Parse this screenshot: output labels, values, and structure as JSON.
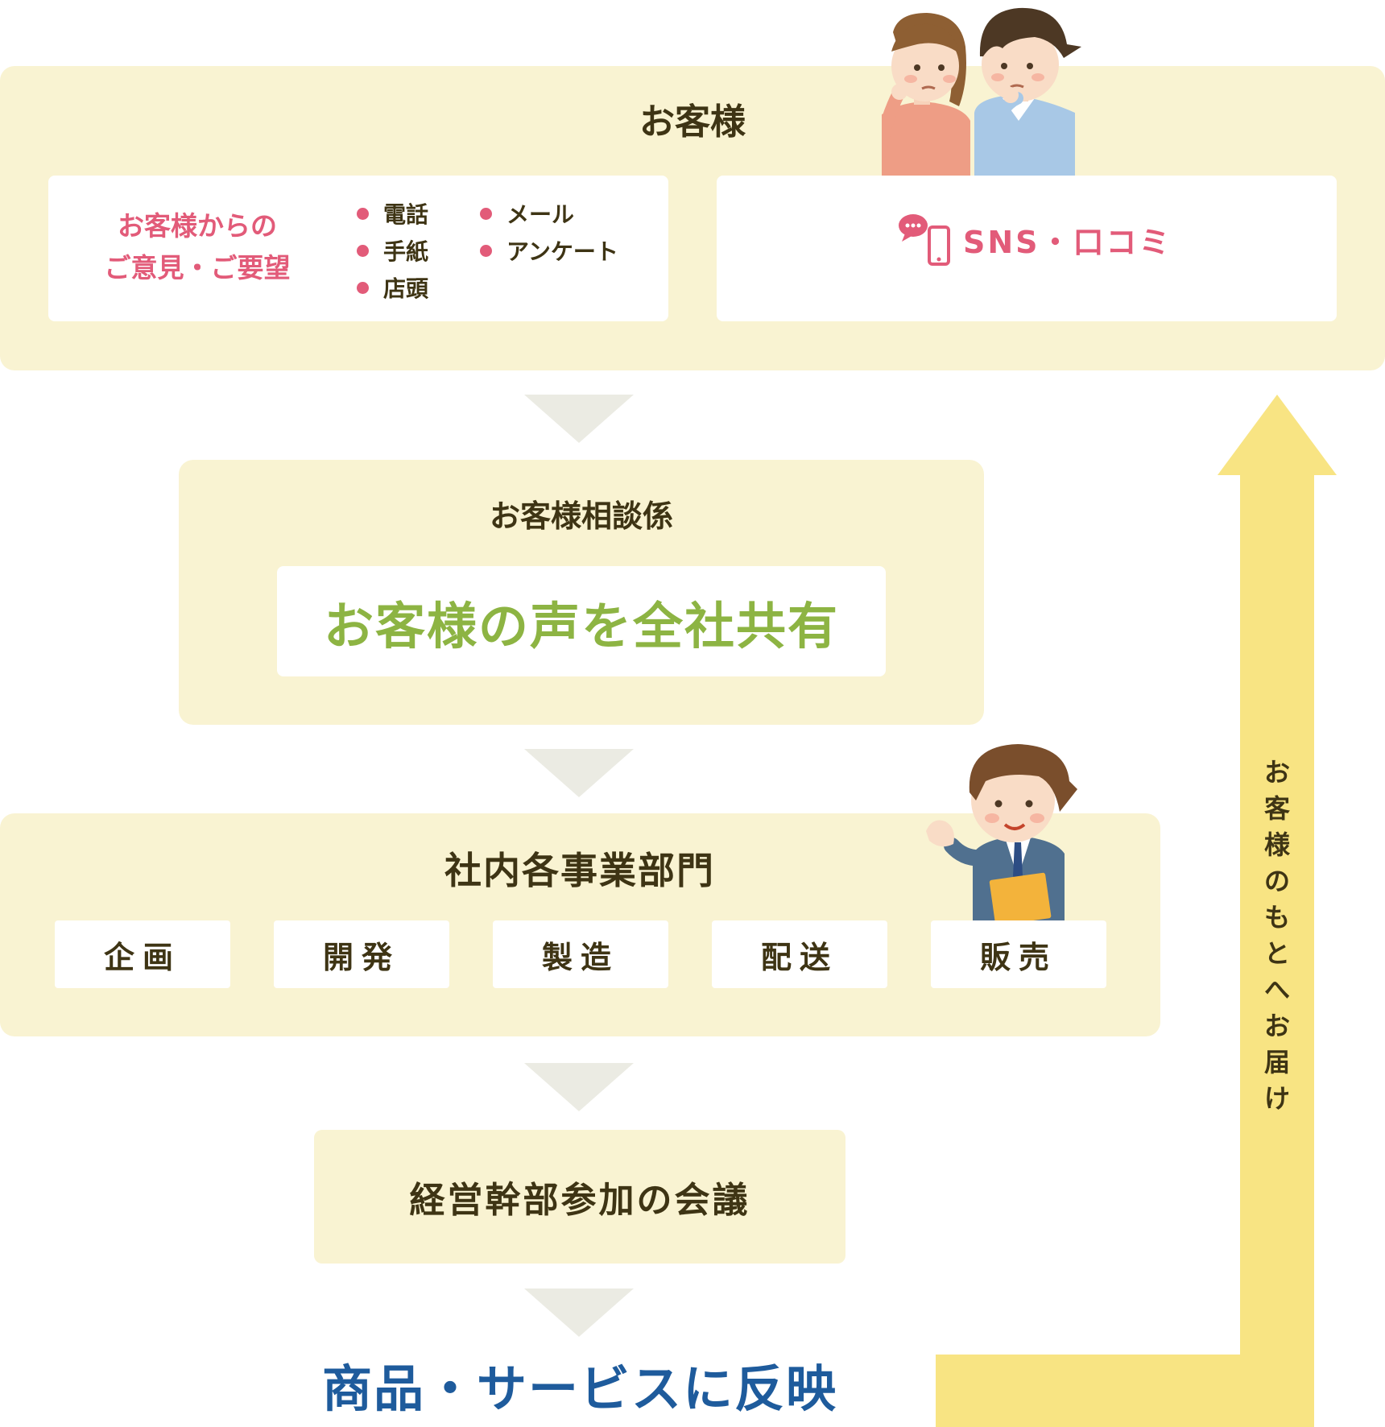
{
  "customer": {
    "title": "お客様",
    "feedback_label_line1": "お客様からの",
    "feedback_label_line2": "ご意見・ご要望",
    "channels": [
      "電話",
      "手紙",
      "店頭",
      "メール",
      "アンケート"
    ],
    "sns_label": "SNS・口コミ"
  },
  "consult": {
    "title": "お客様相談係",
    "message": "お客様の声を全社共有"
  },
  "departments": {
    "title": "社内各事業部門",
    "items": [
      "企画",
      "開発",
      "製造",
      "配送",
      "販売"
    ]
  },
  "meeting": {
    "title": "経営幹部参加の会議"
  },
  "result": {
    "title": "商品・サービスに反映"
  },
  "feedback_arrow": {
    "label": "お客様のもとへお届け"
  },
  "colors": {
    "panel": "#f9f3d2",
    "arrow_down": "#ebebe3",
    "arrow_up": "#f8e483",
    "pink": "#e25b79",
    "green": "#8db443",
    "navy": "#1e5b9c",
    "text": "#3e3414"
  }
}
